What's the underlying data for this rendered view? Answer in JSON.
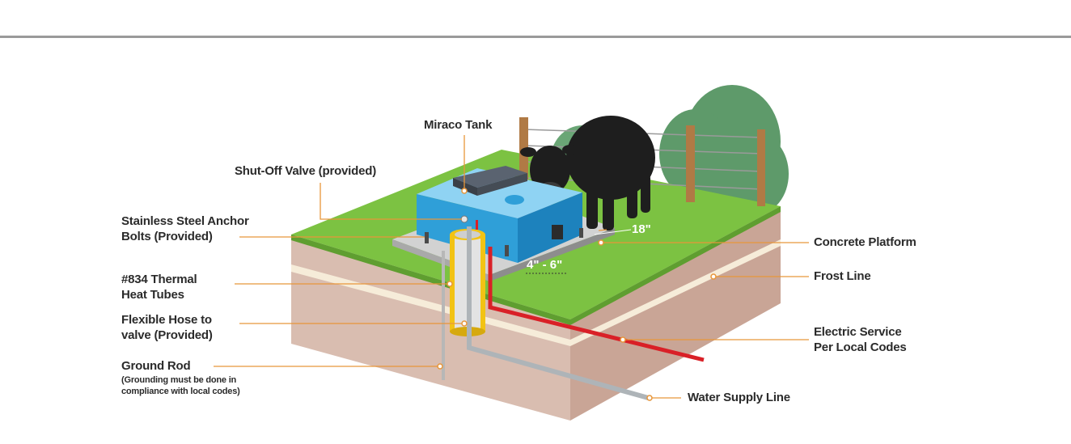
{
  "labels": {
    "miraco_tank": "Miraco Tank",
    "shut_off_valve": "Shut-Off Valve (provided)",
    "anchor_bolts_1": "Stainless Steel Anchor",
    "anchor_bolts_2": "Bolts (Provided)",
    "heat_tubes_1": "#834 Thermal",
    "heat_tubes_2": "Heat Tubes",
    "flex_hose_1": "Flexible Hose to",
    "flex_hose_2": "valve (Provided)",
    "ground_rod": "Ground Rod",
    "ground_note_1": "(Grounding must be done in",
    "ground_note_2": "compliance with local codes)",
    "concrete_platform": "Concrete Platform",
    "frost_line": "Frost Line",
    "electric_1": "Electric Service",
    "electric_2": "Per Local Codes",
    "water_supply": "Water Supply Line"
  },
  "dimensions": {
    "clearance": "18\"",
    "platform_thickness": "4\" - 6\""
  },
  "colors": {
    "leader": "#e8963a",
    "grass": "#7cc242",
    "soil": "#d8b8a8",
    "tank": "#2f9fd8",
    "electric": "#d92027",
    "trees": "#5e9a6a"
  }
}
